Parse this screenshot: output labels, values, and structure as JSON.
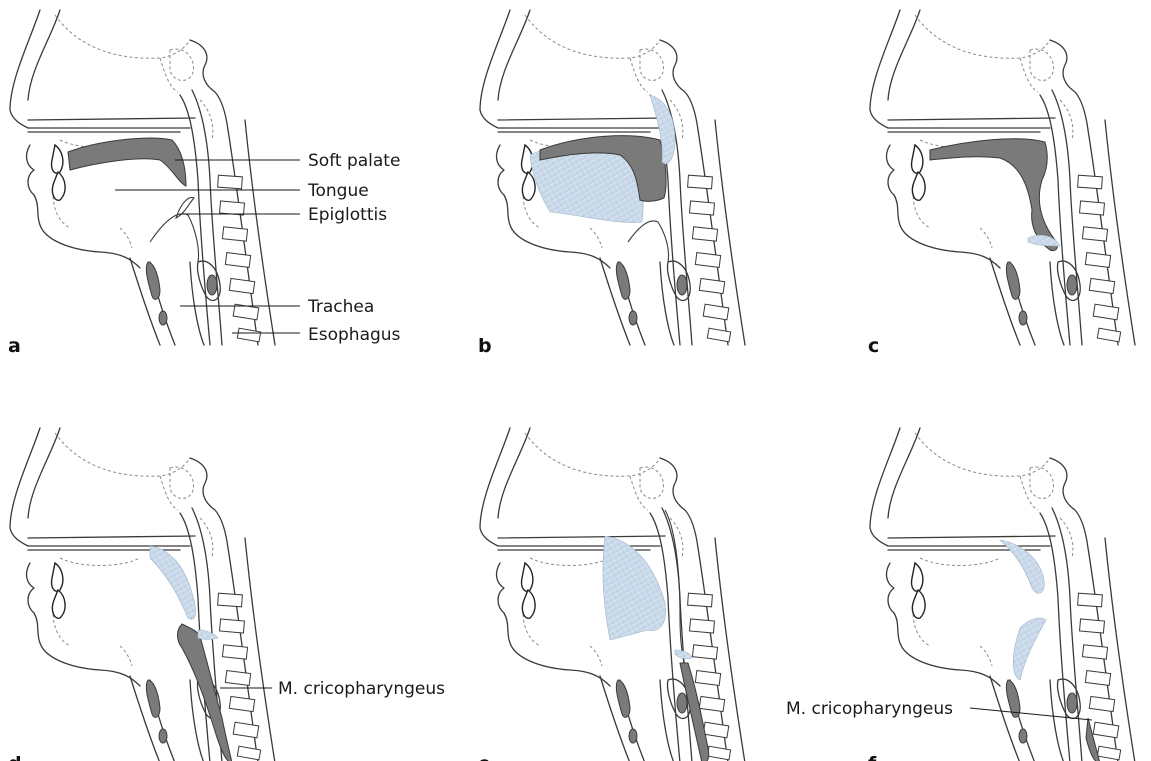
{
  "panels": [
    {
      "letter": "a",
      "labels": [
        "Soft palate",
        "Tongue",
        "Epiglottis",
        "Trachea",
        "Esophagus"
      ]
    },
    {
      "letter": "b",
      "labels": []
    },
    {
      "letter": "c",
      "labels": []
    },
    {
      "letter": "d",
      "labels": [
        "M. cricopharyngeus"
      ]
    },
    {
      "letter": "e",
      "labels": []
    },
    {
      "letter": "f",
      "labels": [
        "M. cricopharyngeus"
      ]
    }
  ],
  "colors": {
    "outline": "#3a3a3a",
    "bolus_dark_gray": "#7a7a7a",
    "muscle_blue": "#c5d6e8"
  }
}
